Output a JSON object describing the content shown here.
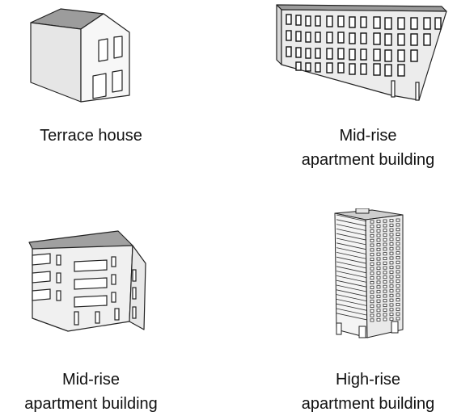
{
  "typologies": [
    {
      "line1": "Terrace house",
      "line2": ""
    },
    {
      "line1": "Mid-rise",
      "line2": "apartment building"
    },
    {
      "line1": "Mid-rise",
      "line2": "apartment building"
    },
    {
      "line1": "High-rise",
      "line2": "apartment building"
    }
  ]
}
